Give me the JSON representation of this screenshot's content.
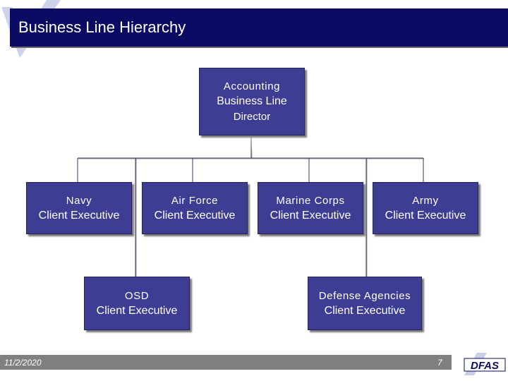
{
  "header": {
    "title": "Business Line Hierarchy"
  },
  "nodes": {
    "director": {
      "line1": "Accounting",
      "line2": "Business Line",
      "line3": "Director"
    },
    "navy": {
      "line1": "Navy",
      "line2": "Client Executive"
    },
    "air_force": {
      "line1": "Air Force",
      "line2": "Client Executive"
    },
    "marine_corps": {
      "line1": "Marine Corps",
      "line2": "Client Executive"
    },
    "army": {
      "line1": "Army",
      "line2": "Client Executive"
    },
    "osd": {
      "line1": "OSD",
      "line2": "Client Executive"
    },
    "defense_agencies": {
      "line1": "Defense Agencies",
      "line2": "Client Executive"
    }
  },
  "footer": {
    "date": "11/2/2020",
    "page": "7",
    "logo_text": "DFAS"
  },
  "colors": {
    "title_bar": "#0b0b63",
    "node_fill": "#3d3d93",
    "footer_bar": "#7f7f7f"
  }
}
